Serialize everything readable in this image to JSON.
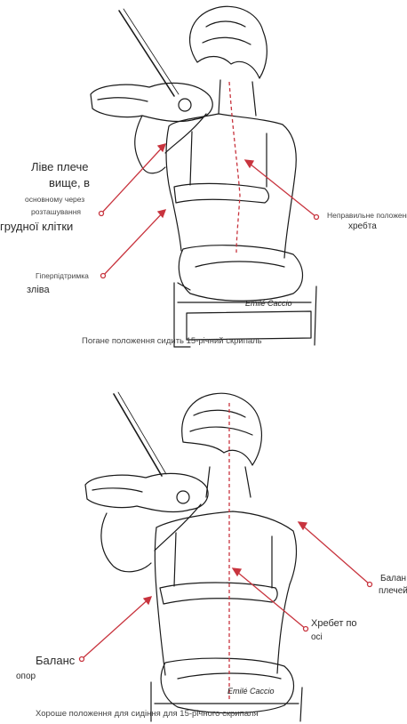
{
  "top_figure": {
    "labels": {
      "left_shoulder_1": "Ліве плече",
      "left_shoulder_2": "вище, в",
      "left_shoulder_3": "основному через",
      "left_shoulder_4": "розташування",
      "left_shoulder_5": "грудної клітки",
      "spine_1": "Неправильне положення",
      "spine_2": "хребта",
      "support_1": "Гіперпідтримка",
      "support_2": "зліва"
    },
    "signature": "Emilé Caccio",
    "caption": "Погане положення сидить 15-річний скрипаль"
  },
  "bottom_figure": {
    "labels": {
      "shoulders_1": "Балан",
      "shoulders_2": "плечей",
      "spine_1": "Хребет по",
      "spine_2": "осі",
      "support_1": "Баланс",
      "support_2": "опор"
    },
    "signature": "Emilé Caccio",
    "caption": "Хороше положення для сидіння для 15-річного скрипаля"
  },
  "colors": {
    "arrow": "#c8343e",
    "ink": "#1a1a1a"
  }
}
